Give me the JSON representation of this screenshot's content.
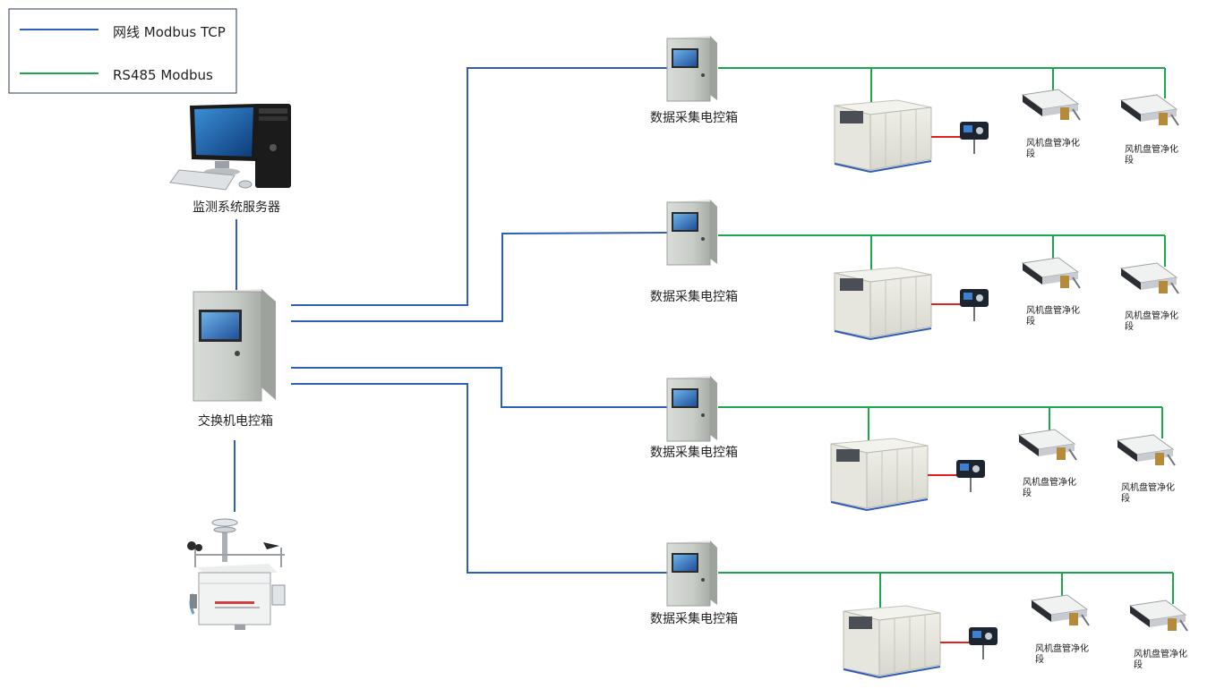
{
  "legend": {
    "items": [
      {
        "label": "网线 Modbus TCP",
        "color": "#2f5eb5"
      },
      {
        "label": "RS485 Modbus",
        "color": "#1aa64a"
      }
    ]
  },
  "colors": {
    "ethernet": "#2f5eb5",
    "rs485": "#1aa64a",
    "sensor_link": "#e02020"
  },
  "nodes": {
    "server": {
      "label": "监测系统服务器",
      "icon": "desktop-computer-icon"
    },
    "switch_box": {
      "label": "交换机电控箱",
      "icon": "control-cabinet-icon"
    },
    "weather_station": {
      "icon": "weather-station-icon"
    }
  },
  "rows": [
    {
      "collector_label": "数据采集电控箱",
      "fcu_labels": [
        "风机盘管净化段",
        "风机盘管净化段"
      ]
    },
    {
      "collector_label": "数据采集电控箱",
      "fcu_labels": [
        "风机盘管净化段",
        "风机盘管净化段"
      ]
    },
    {
      "collector_label": "数据采集电控箱",
      "fcu_labels": [
        "风机盘管净化段",
        "风机盘管净化段"
      ]
    },
    {
      "collector_label": "数据采集电控箱",
      "fcu_labels": [
        "风机盘管净化段",
        "风机盘管净化段"
      ]
    }
  ]
}
